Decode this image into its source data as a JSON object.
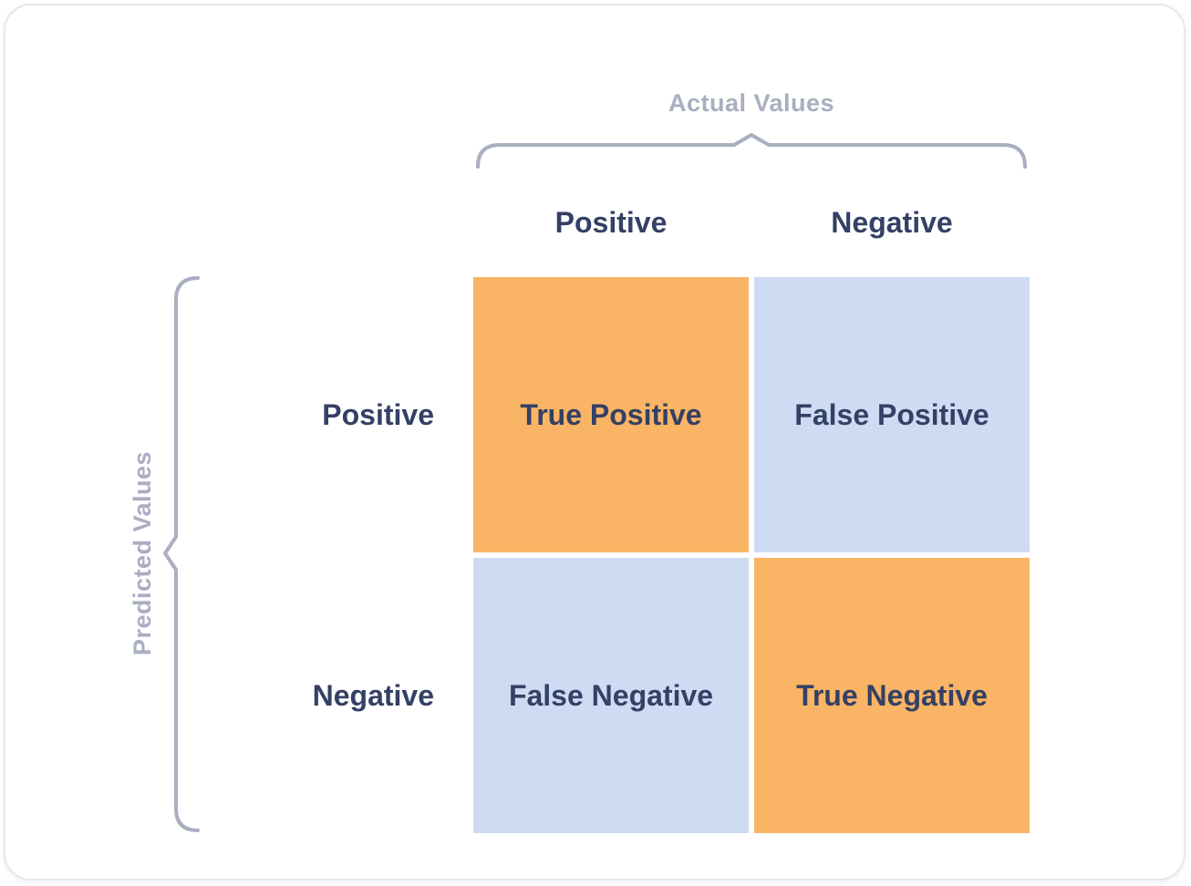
{
  "diagram": {
    "type": "confusion-matrix",
    "axis_top_label": "Actual Values",
    "axis_left_label": "Predicted Values",
    "column_headers": [
      "Positive",
      "Negative"
    ],
    "row_headers": [
      "Positive",
      "Negative"
    ],
    "cells": [
      [
        {
          "label": "True Positive",
          "tone": "orange"
        },
        {
          "label": "False Positive",
          "tone": "blue"
        }
      ],
      [
        {
          "label": "False Negative",
          "tone": "blue"
        },
        {
          "label": "True Negative",
          "tone": "orange"
        }
      ]
    ]
  },
  "colors": {
    "orange_cell": "#f9b465",
    "blue_cell": "#cddcf3",
    "heading_text": "#344065",
    "axis_text": "#a9aec0",
    "brace_stroke": "#a9aec0",
    "card_background": "#ffffff",
    "card_border": "#e6e8ec"
  }
}
